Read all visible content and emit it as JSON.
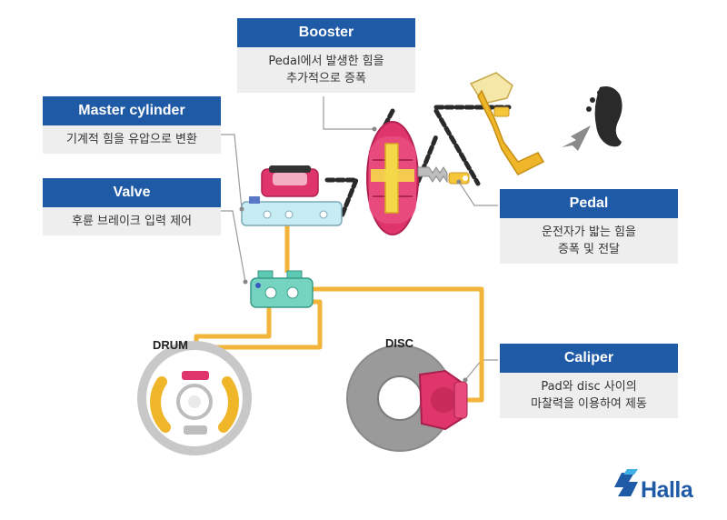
{
  "callouts": {
    "booster": {
      "title": "Booster",
      "lines": [
        "Pedal에서 발생한 힘을",
        "추가적으로 증폭"
      ]
    },
    "master_cylinder": {
      "title": "Master cylinder",
      "lines": [
        "기계적 힘을 유압으로 변환"
      ]
    },
    "valve": {
      "title": "Valve",
      "lines": [
        "후륜 브레이크 입력 제어"
      ]
    },
    "pedal": {
      "title": "Pedal",
      "lines": [
        "운전자가 밟는 힘을",
        "증폭 및 전달"
      ]
    },
    "caliper": {
      "title": "Caliper",
      "lines": [
        "Pad와 disc 사이의",
        "마찰력을 이용하여 제동"
      ]
    }
  },
  "labels": {
    "drum": "DRUM",
    "disc": "DISC"
  },
  "logo": {
    "text": "Halla"
  },
  "colors": {
    "header_blue": "#1f5aa6",
    "body_gray": "#eeeeee",
    "pipe_yellow": "#f2b43a",
    "booster_pink": "#e0356b",
    "valve_teal": "#5ec9b4",
    "caliper_pink": "#d8335f",
    "disc_gray": "#9a9a9a",
    "pedal_gold": "#f0b62a"
  }
}
